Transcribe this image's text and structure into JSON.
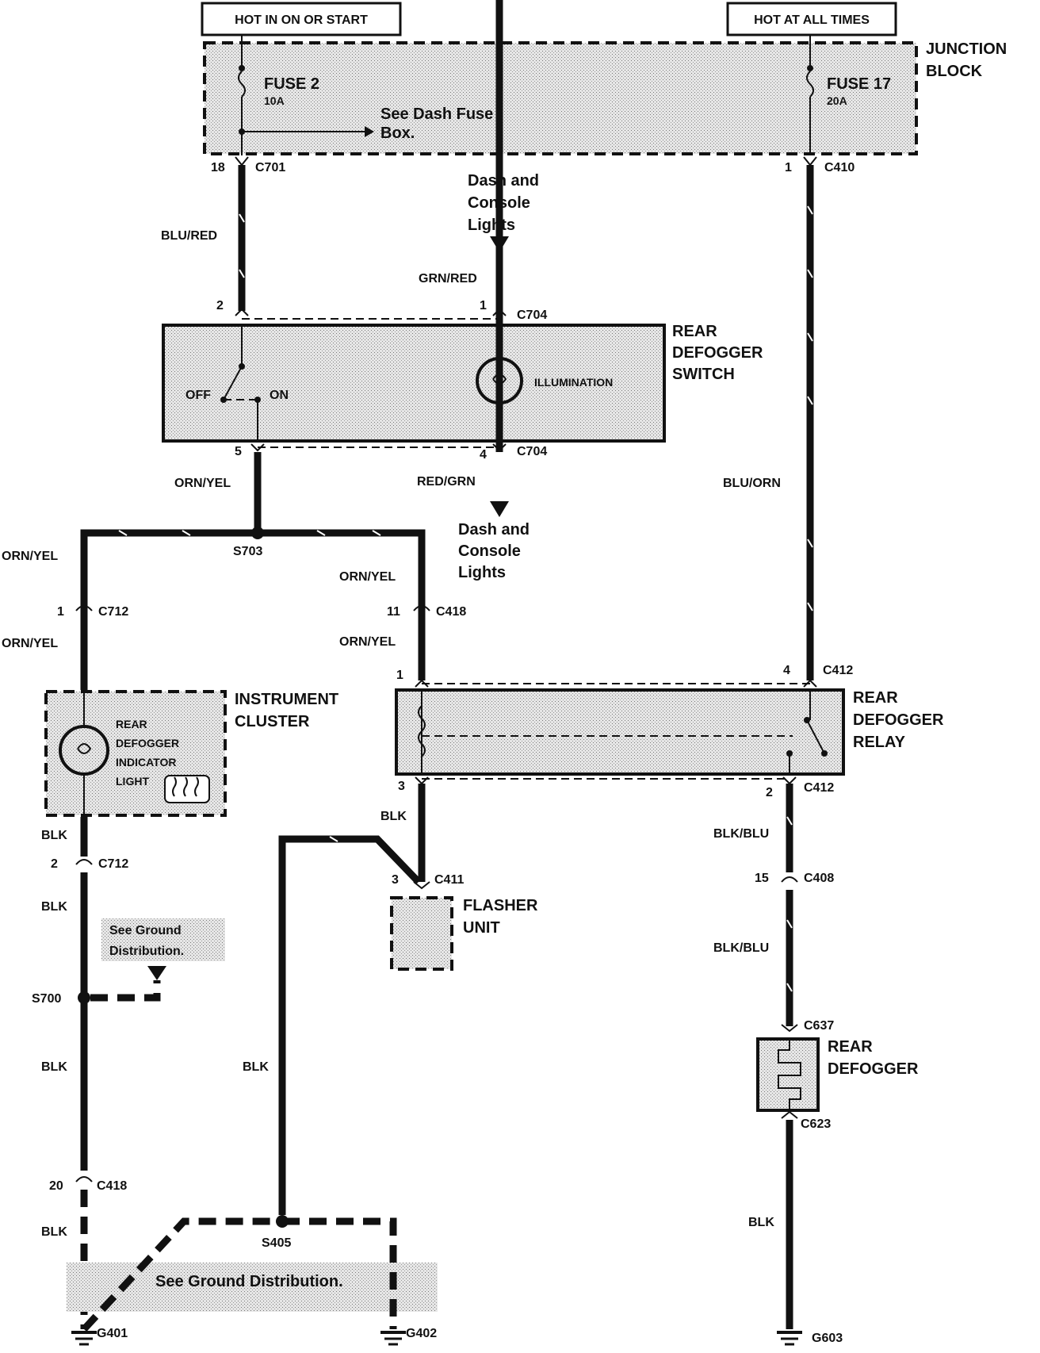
{
  "supply": {
    "hot_in_on_or_start": "HOT IN ON OR START",
    "hot_at_all_times": "HOT AT ALL TIMES"
  },
  "junction_block": {
    "title_line1": "JUNCTION",
    "title_line2": "BLOCK",
    "fuse2_name": "FUSE 2",
    "fuse2_rating": "10A",
    "fuse17_name": "FUSE 17",
    "fuse17_rating": "20A",
    "note_line1": "See Dash Fuse",
    "note_line2": "Box."
  },
  "connectors": {
    "c701": "C701",
    "c701_pin": "18",
    "c410": "C410",
    "c410_pin": "1",
    "c704_top": "C704",
    "c704_top_pin_left": "2",
    "c704_top_pin_right": "1",
    "c704_bot": "C704",
    "c704_bot_pin_left": "5",
    "c704_bot_pin_right": "4",
    "c712_top": "C712",
    "c712_top_pin": "1",
    "c418_mid": "C418",
    "c418_mid_pin": "11",
    "c412_top": "C412",
    "c412_top_pin_left": "1",
    "c412_top_pin_right": "4",
    "c412_bot": "C412",
    "c412_bot_pin_left": "3",
    "c412_bot_pin_right": "2",
    "c712_bot": "C712",
    "c712_bot_pin": "2",
    "c411": "C411",
    "c411_pin": "3",
    "c408": "C408",
    "c408_pin": "15",
    "c637": "C637",
    "c623": "C623",
    "c418_bot": "C418",
    "c418_bot_pin": "20"
  },
  "splices": {
    "s703": "S703",
    "s700": "S700",
    "s405": "S405"
  },
  "grounds": {
    "g401": "G401",
    "g402": "G402",
    "g603": "G603"
  },
  "wires": {
    "blu_red": "BLU/RED",
    "grn_red": "GRN/RED",
    "orn_yel_sw": "ORN/YEL",
    "red_grn": "RED/GRN",
    "blu_orn": "BLU/ORN",
    "orn_yel_left1": "ORN/YEL",
    "orn_yel_left2": "ORN/YEL",
    "orn_yel_mid1": "ORN/YEL",
    "orn_yel_mid2": "ORN/YEL",
    "blk_cluster": "BLK",
    "blk_left2": "BLK",
    "blk_left3": "BLK",
    "blk_left4": "BLK",
    "blk_relay": "BLK",
    "blk_flasher_gnd": "BLK",
    "blk_blu1": "BLK/BLU",
    "blk_blu2": "BLK/BLU",
    "blk_defogger": "BLK"
  },
  "dash_lights_top": {
    "line1": "Dash and",
    "line2": "Console",
    "line3": "Lights"
  },
  "dash_lights_bottom": {
    "line1": "Dash and",
    "line2": "Console",
    "line3": "Lights"
  },
  "rear_defogger_switch": {
    "line1": "REAR",
    "line2": "DEFOGGER",
    "line3": "SWITCH",
    "off": "OFF",
    "on": "ON",
    "illumination": "ILLUMINATION"
  },
  "instrument_cluster": {
    "line1": "INSTRUMENT",
    "line2": "CLUSTER",
    "indicator_line1": "REAR",
    "indicator_line2": "DEFOGGER",
    "indicator_line3": "INDICATOR",
    "indicator_line4": "LIGHT"
  },
  "rear_defogger_relay": {
    "line1": "REAR",
    "line2": "DEFOGGER",
    "line3": "RELAY"
  },
  "flasher_unit": {
    "line1": "FLASHER",
    "line2": "UNIT"
  },
  "rear_defogger": {
    "line1": "REAR",
    "line2": "DEFOGGER"
  },
  "ground_notes": {
    "upper_line1": "See Ground",
    "upper_line2": "Distribution.",
    "lower": "See Ground Distribution."
  }
}
